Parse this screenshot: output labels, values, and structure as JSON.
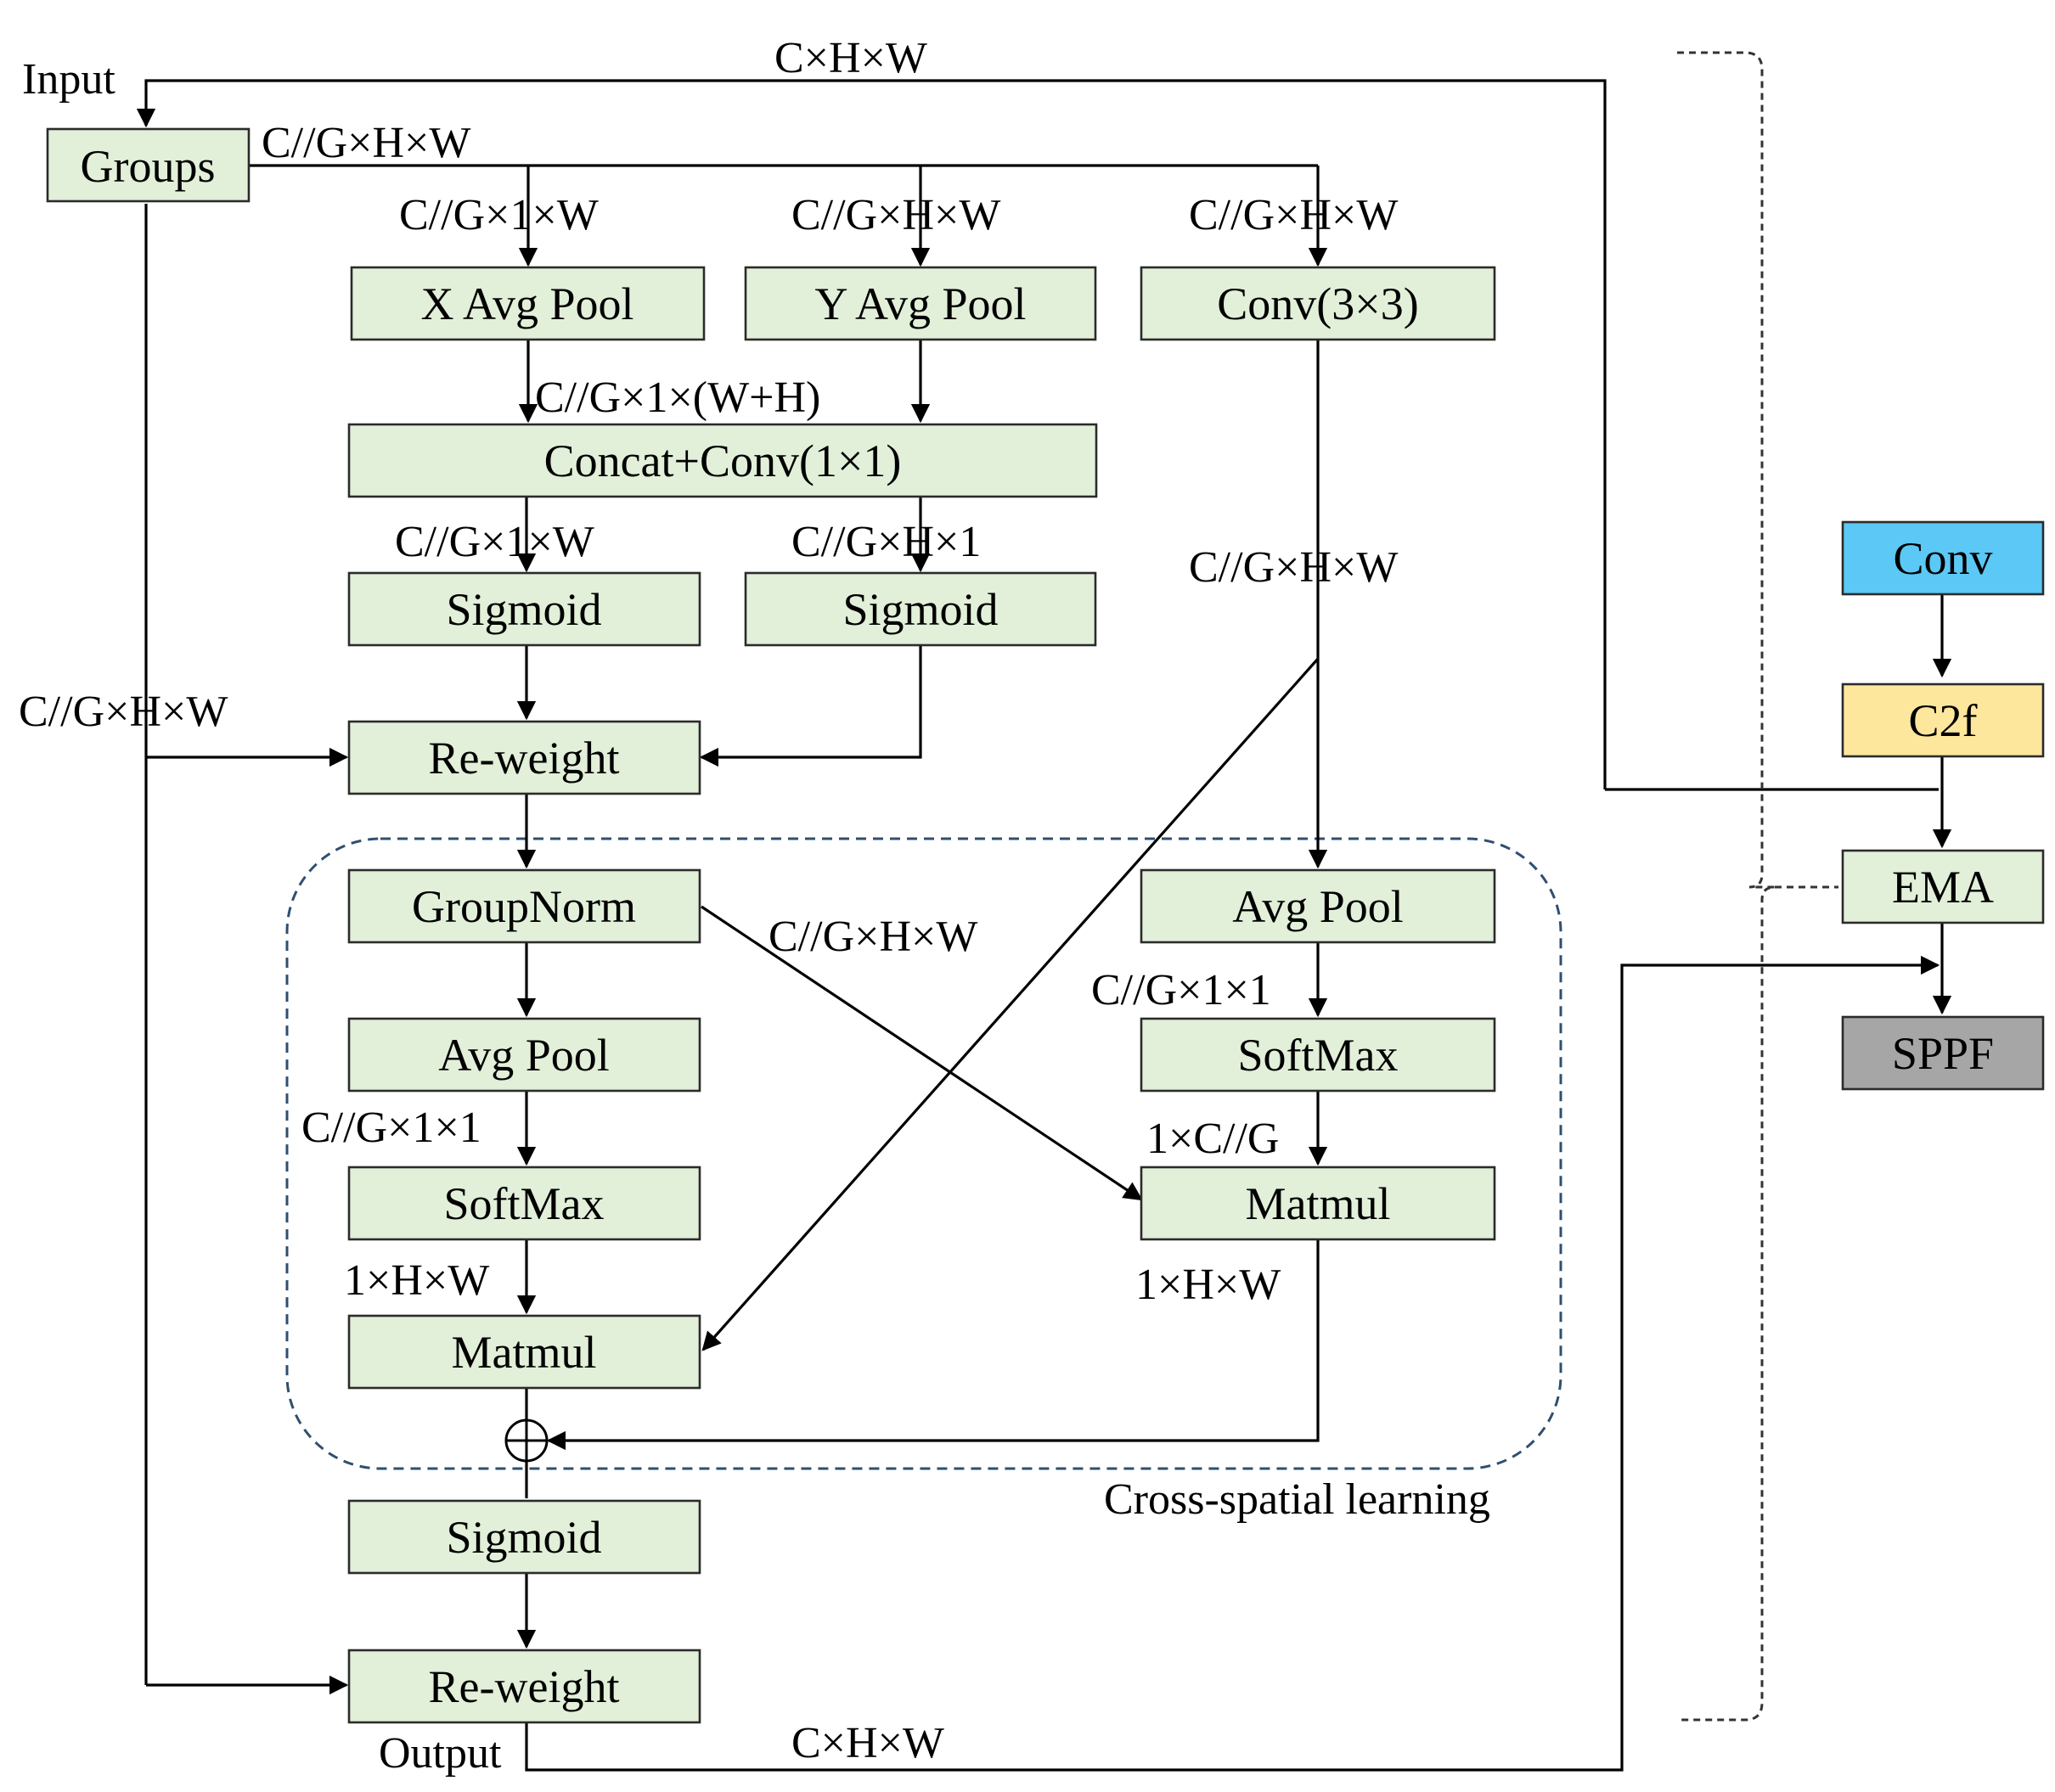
{
  "labels": {
    "input": "Input",
    "output": "Output",
    "chw_top": "C×H×W",
    "chw_bottom": "C×H×W",
    "groups_out": "C//G×H×W",
    "x_pool_in": "C//G×1×W",
    "y_pool_in": "C//G×H×W",
    "conv3_in": "C//G×H×W",
    "concat_in": "C//G×1×(W+H)",
    "sig1_in": "C//G×1×W",
    "sig2_in": "C//G×H×1",
    "conv3_out": "C//G×H×W",
    "left_branch": "C//G×H×W",
    "cross": "C//G×H×W",
    "left_avg_out": "C//G×1×1",
    "right_avg_out": "C//G×1×1",
    "left_soft_out": "1×H×W",
    "right_soft_out": "1×C//G",
    "right_mat_out": "1×H×W",
    "cross_title": "Cross-spatial learning"
  },
  "boxes": {
    "groups": "Groups",
    "x_avg_pool": "X Avg Pool",
    "y_avg_pool": "Y Avg Pool",
    "conv3x3": "Conv(3×3)",
    "concat": "Concat+Conv(1×1)",
    "sigmoid_x": "Sigmoid",
    "sigmoid_y": "Sigmoid",
    "reweight_1": "Re-weight",
    "groupnorm": "GroupNorm",
    "avg_pool_left": "Avg Pool",
    "softmax_left": "SoftMax",
    "matmul_left": "Matmul",
    "avg_pool_right": "Avg Pool",
    "softmax_right": "SoftMax",
    "matmul_right": "Matmul",
    "sigmoid_final": "Sigmoid",
    "reweight_2": "Re-weight"
  },
  "pipeline": {
    "conv": "Conv",
    "c2f": "C2f",
    "ema": "EMA",
    "sppf": "SPPF"
  },
  "colors": {
    "box_fill": "#e2efd9",
    "conv_fill": "#5bc8f5",
    "c2f_fill": "#fde79d",
    "sppf_fill": "#a6a6a6",
    "dashed_region": "#2f4f6f"
  }
}
